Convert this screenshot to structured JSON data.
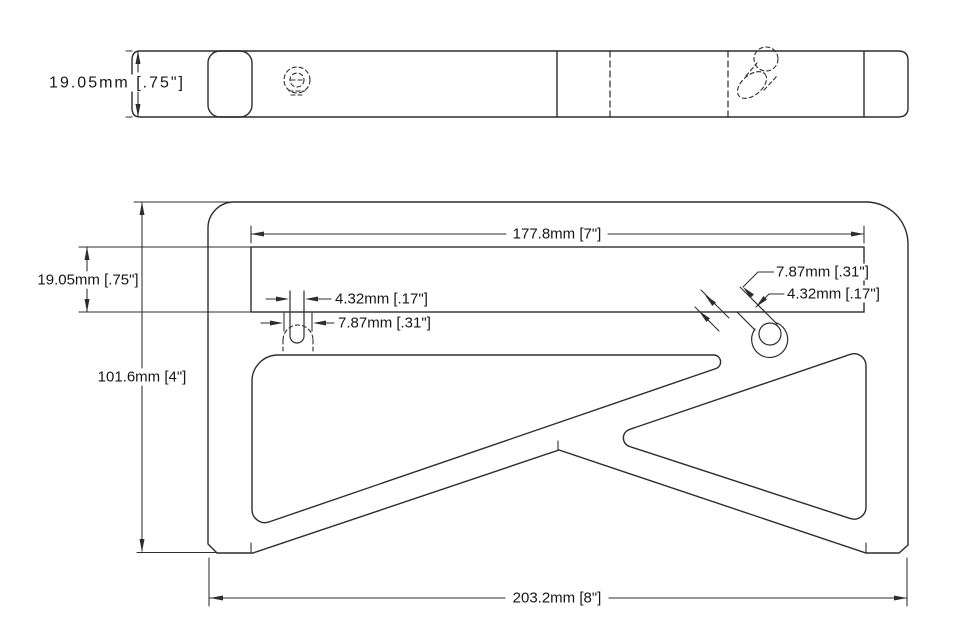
{
  "drawing": {
    "type": "technical-dimension-drawing",
    "part": "shelf bracket, two views",
    "line_color": "#2d2d2d",
    "background": "#ffffff",
    "views": {
      "top_view": {
        "name": "top-view",
        "thickness_label": "19.05mm [.75\"]"
      },
      "front_view": {
        "name": "front-view",
        "slot_length_label": "177.8mm [7\"]",
        "rail_height_label": "19.05mm [.75\"]",
        "overall_height_label": "101.6mm [4\"]",
        "overall_width_label": "203.2mm [8\"]",
        "left_keyhole": {
          "slot_width_label": "4.32mm [.17\"]",
          "counterbore_label": "7.87mm [.31\"]"
        },
        "right_keyhole": {
          "counterbore_label": "7.87mm [.31\"]",
          "slot_width_label": "4.32mm [.17\"]"
        }
      }
    }
  }
}
